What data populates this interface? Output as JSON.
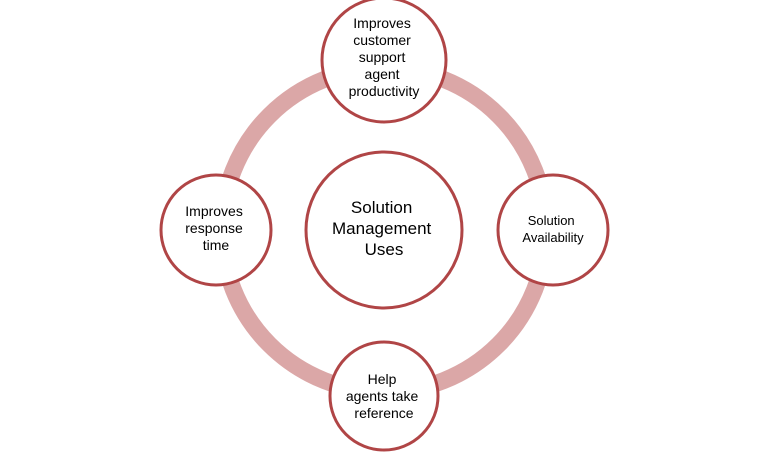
{
  "colors": {
    "ring": "#dba7a7",
    "node_stroke": "#b04546",
    "node_fill": "#ffffff",
    "text": "#000000"
  },
  "center": {
    "lines": [
      "Solution",
      "Management",
      "Uses"
    ]
  },
  "nodes": [
    {
      "id": "top",
      "lines": [
        "Improves",
        "customer",
        "support",
        "agent",
        "productivity"
      ]
    },
    {
      "id": "right",
      "lines": [
        "Solution",
        "Availability"
      ]
    },
    {
      "id": "bottom",
      "lines": [
        "Help",
        "agents take",
        "reference"
      ]
    },
    {
      "id": "left",
      "lines": [
        "Improves",
        "response",
        "time"
      ]
    }
  ]
}
